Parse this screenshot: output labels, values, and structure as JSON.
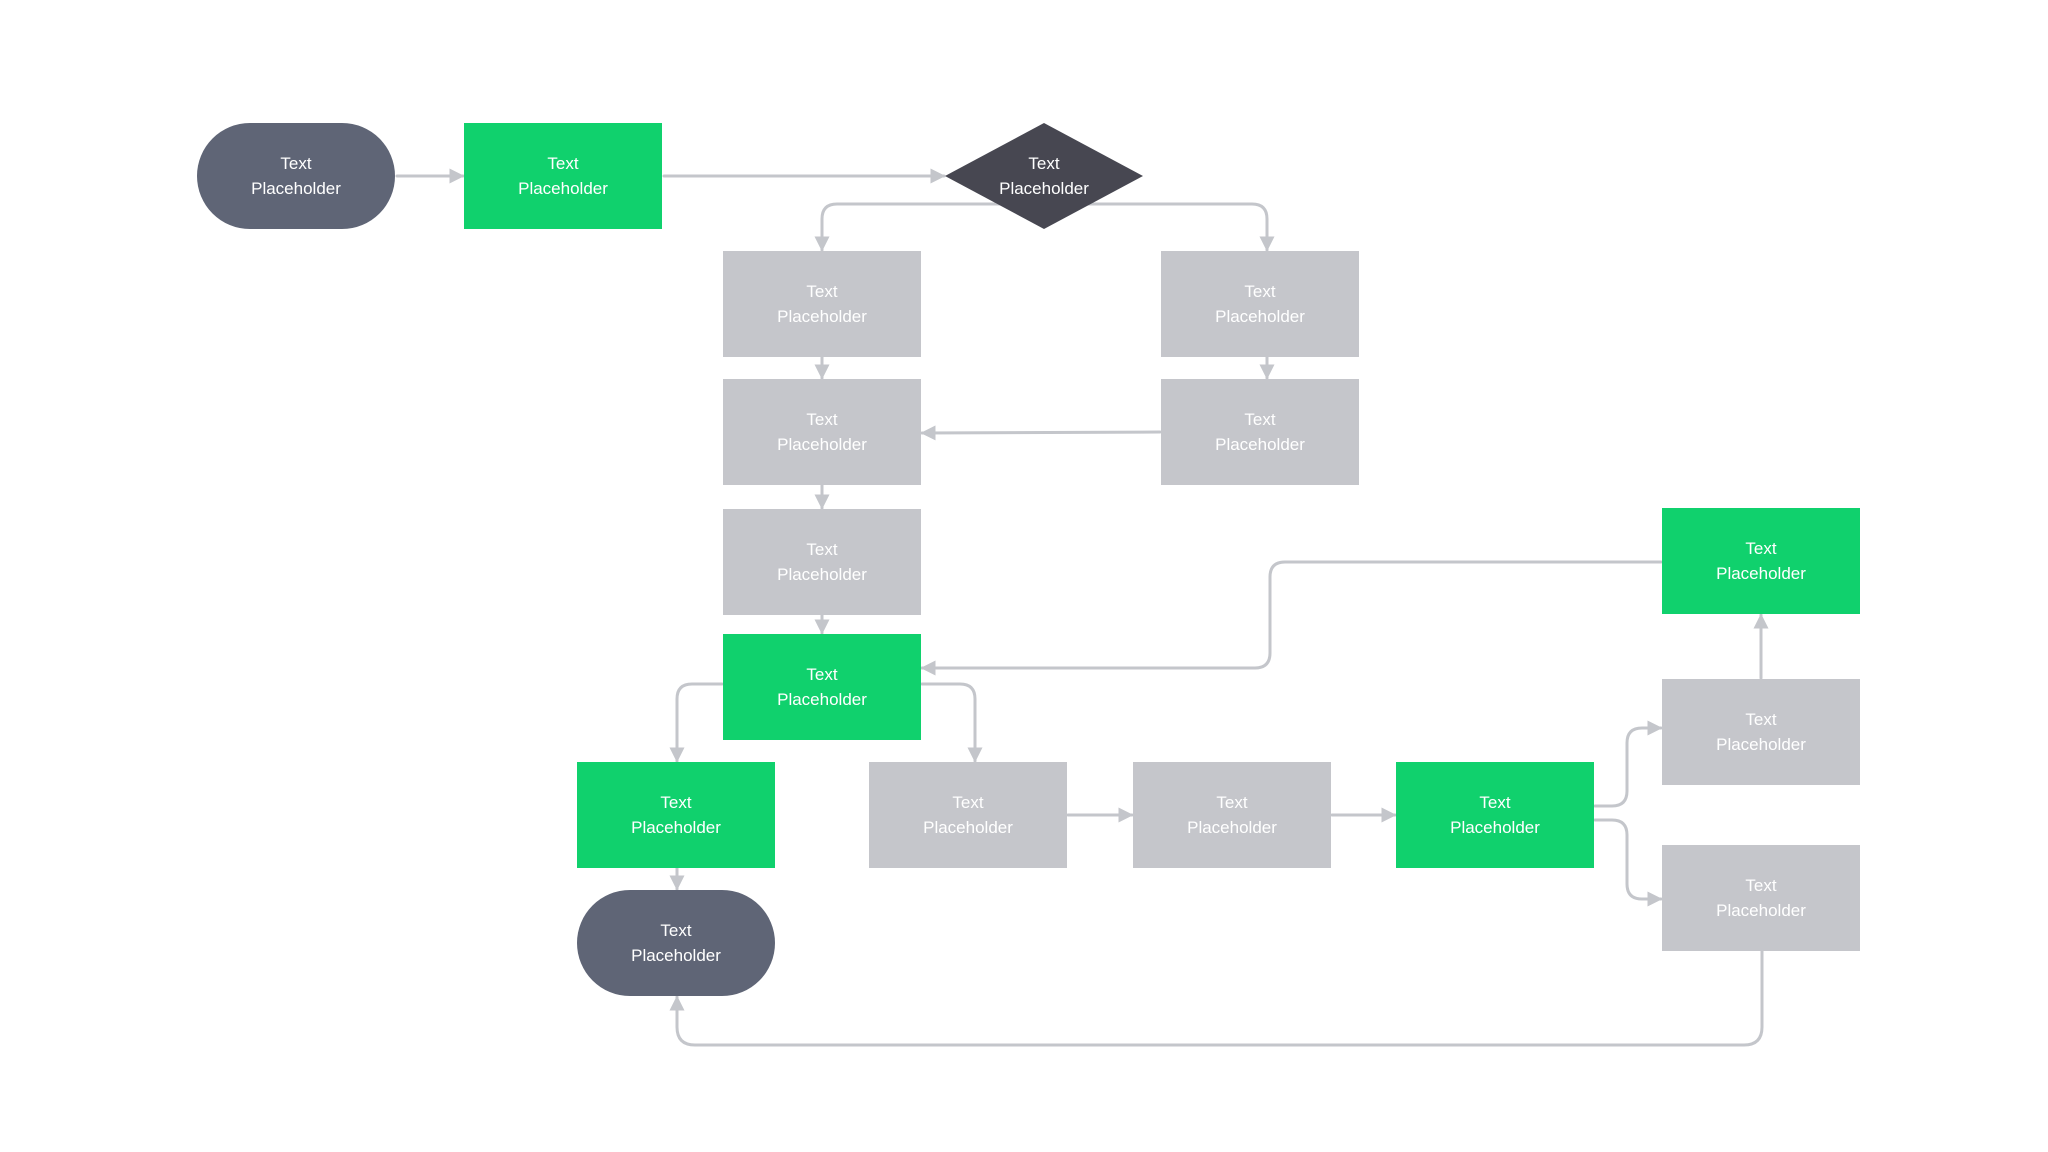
{
  "diagram": {
    "colors": {
      "terminator": "#5f6576",
      "decision": "#474751",
      "process_green": "#10d16d",
      "process_gray": "#c5c6cb",
      "connector": "#c4c6cb",
      "text": "#ffffff"
    },
    "nodes": [
      {
        "id": "n1",
        "shape": "terminator",
        "line1": "Text",
        "line2": "Placeholder"
      },
      {
        "id": "n2",
        "shape": "process-green",
        "line1": "Text",
        "line2": "Placeholder"
      },
      {
        "id": "n3",
        "shape": "decision",
        "line1": "Text",
        "line2": "Placeholder"
      },
      {
        "id": "n4",
        "shape": "process-gray",
        "line1": "Text",
        "line2": "Placeholder"
      },
      {
        "id": "n5",
        "shape": "process-gray",
        "line1": "Text",
        "line2": "Placeholder"
      },
      {
        "id": "n6",
        "shape": "process-gray",
        "line1": "Text",
        "line2": "Placeholder"
      },
      {
        "id": "n7",
        "shape": "process-gray",
        "line1": "Text",
        "line2": "Placeholder"
      },
      {
        "id": "n8",
        "shape": "process-gray",
        "line1": "Text",
        "line2": "Placeholder"
      },
      {
        "id": "n9",
        "shape": "process-green",
        "line1": "Text",
        "line2": "Placeholder"
      },
      {
        "id": "n10",
        "shape": "process-green",
        "line1": "Text",
        "line2": "Placeholder"
      },
      {
        "id": "n11",
        "shape": "terminator",
        "line1": "Text",
        "line2": "Placeholder"
      },
      {
        "id": "n12",
        "shape": "process-gray",
        "line1": "Text",
        "line2": "Placeholder"
      },
      {
        "id": "n13",
        "shape": "process-gray",
        "line1": "Text",
        "line2": "Placeholder"
      },
      {
        "id": "n14",
        "shape": "process-green",
        "line1": "Text",
        "line2": "Placeholder"
      },
      {
        "id": "n15",
        "shape": "process-gray",
        "line1": "Text",
        "line2": "Placeholder"
      },
      {
        "id": "n16",
        "shape": "process-gray",
        "line1": "Text",
        "line2": "Placeholder"
      },
      {
        "id": "n17",
        "shape": "process-green",
        "line1": "Text",
        "line2": "Placeholder"
      }
    ],
    "edges": [
      {
        "from": "n1",
        "to": "n2"
      },
      {
        "from": "n2",
        "to": "n3"
      },
      {
        "from": "n3",
        "to": "n4"
      },
      {
        "from": "n3",
        "to": "n5"
      },
      {
        "from": "n4",
        "to": "n6"
      },
      {
        "from": "n5",
        "to": "n7"
      },
      {
        "from": "n7",
        "to": "n6"
      },
      {
        "from": "n6",
        "to": "n8"
      },
      {
        "from": "n8",
        "to": "n9"
      },
      {
        "from": "n17",
        "to": "n9"
      },
      {
        "from": "n9",
        "to": "n10"
      },
      {
        "from": "n9",
        "to": "n12"
      },
      {
        "from": "n10",
        "to": "n11"
      },
      {
        "from": "n12",
        "to": "n13"
      },
      {
        "from": "n13",
        "to": "n14"
      },
      {
        "from": "n14",
        "to": "n15"
      },
      {
        "from": "n14",
        "to": "n16"
      },
      {
        "from": "n15",
        "to": "n17"
      },
      {
        "from": "n16",
        "to": "n11"
      }
    ]
  }
}
